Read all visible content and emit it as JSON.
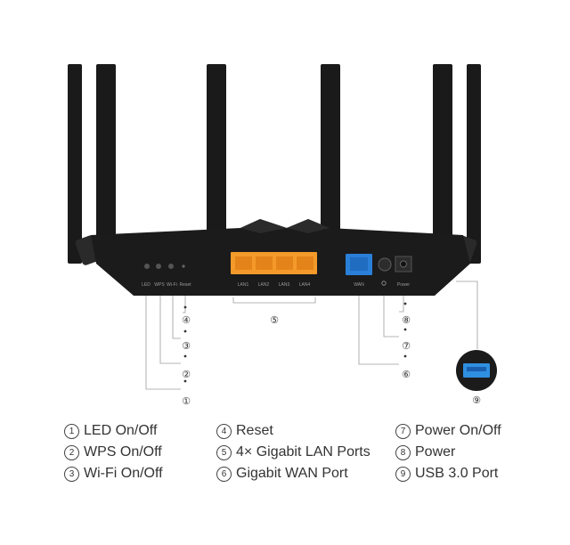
{
  "diagram": {
    "port_labels": {
      "led": "LED",
      "wps": "WPS",
      "wifi": "Wi-Fi",
      "reset": "Reset",
      "lan1": "LAN1",
      "lan2": "LAN2",
      "lan3": "LAN3",
      "lan4": "LAN4",
      "wan": "WAN",
      "power": "Power"
    },
    "callouts": [
      "①",
      "②",
      "③",
      "④",
      "⑤",
      "⑥",
      "⑦",
      "⑧",
      "⑨"
    ],
    "colors": {
      "lan_port": "#f39a2a",
      "wan_port": "#2a7fd8",
      "usb_port": "#2f8fe0",
      "body": "#1b1b1b"
    }
  },
  "legend": {
    "col1": [
      {
        "num": "1",
        "text": "LED On/Off"
      },
      {
        "num": "2",
        "text": "WPS On/Off"
      },
      {
        "num": "3",
        "text": "Wi-Fi On/Off"
      }
    ],
    "col2": [
      {
        "num": "4",
        "text": "Reset"
      },
      {
        "num": "5",
        "text": "4× Gigabit LAN Ports"
      },
      {
        "num": "6",
        "text": "Gigabit WAN Port"
      }
    ],
    "col3": [
      {
        "num": "7",
        "text": "Power On/Off"
      },
      {
        "num": "8",
        "text": "Power"
      },
      {
        "num": "9",
        "text": "USB 3.0 Port"
      }
    ]
  }
}
